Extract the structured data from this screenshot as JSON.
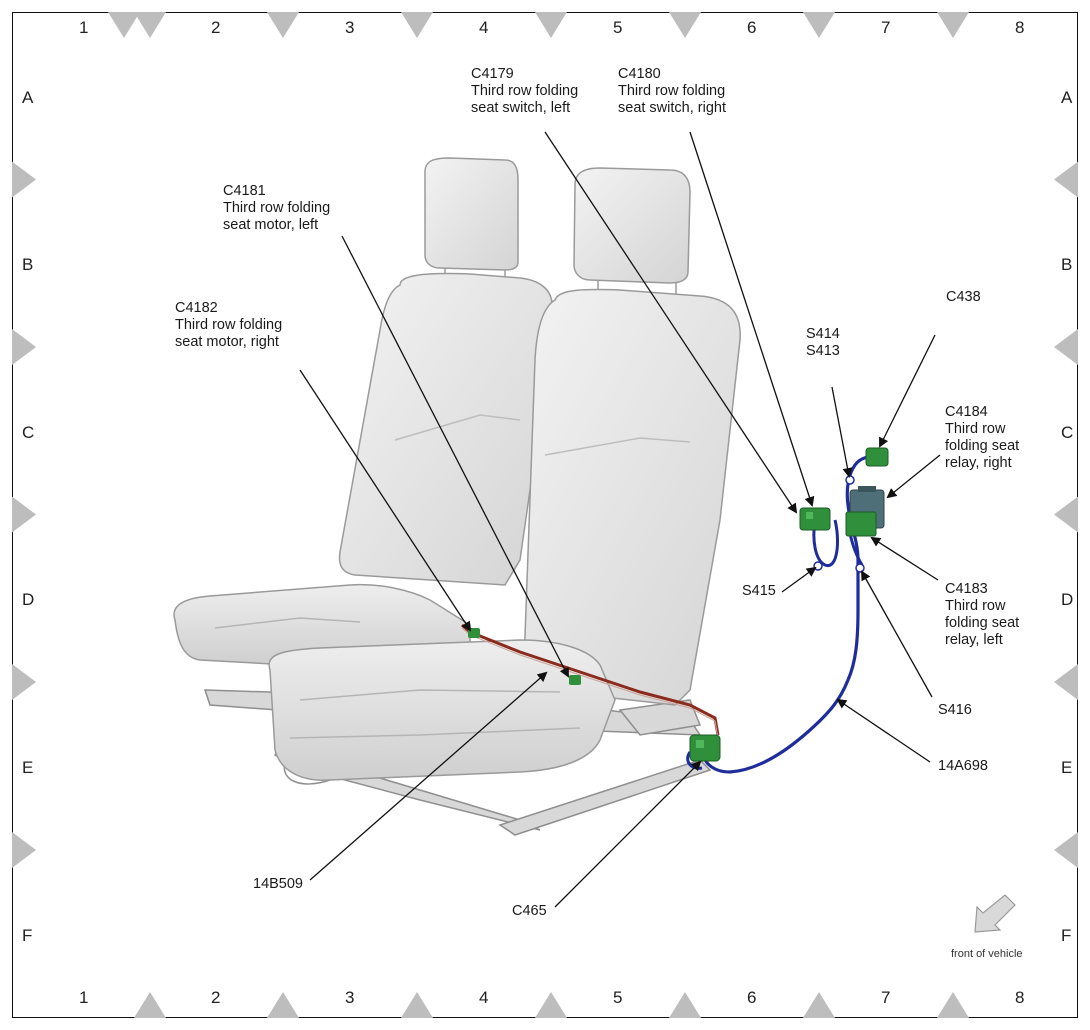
{
  "grid": {
    "columns": [
      "1",
      "2",
      "3",
      "4",
      "5",
      "6",
      "7",
      "8"
    ],
    "rows": [
      "A",
      "B",
      "C",
      "D",
      "E",
      "F"
    ]
  },
  "callouts": {
    "c4179": "C4179\nThird row folding\nseat switch, left",
    "c4180": "C4180\nThird row folding\nseat switch, right",
    "c4181": "C4181\nThird row folding\nseat motor, left",
    "c4182": "C4182\nThird row folding\nseat motor, right",
    "c438": "C438",
    "s414_s413": "S414\nS413",
    "c4184": "C4184\nThird row\nfolding seat\nrelay, right",
    "s415": "S415",
    "c4183": "C4183\nThird row\nfolding seat\nrelay, left",
    "s416": "S416",
    "h14a698": "14A698",
    "h14b509": "14B509",
    "c465": "C465"
  },
  "orientation": {
    "front_label": "front of vehicle",
    "arrow_icon": "arrow-down-left-icon"
  },
  "colors": {
    "harness_blue": "#1f2d9c",
    "harness_red": "#8b2b1e",
    "connector_green": "#2f8f3a",
    "relay_gray": "#4f6f78",
    "seat_fill": "#e6e6e6",
    "seat_stroke": "#9a9a9a",
    "frame_gray": "#c8c8c8",
    "marker_gray": "#bdbdbd"
  }
}
